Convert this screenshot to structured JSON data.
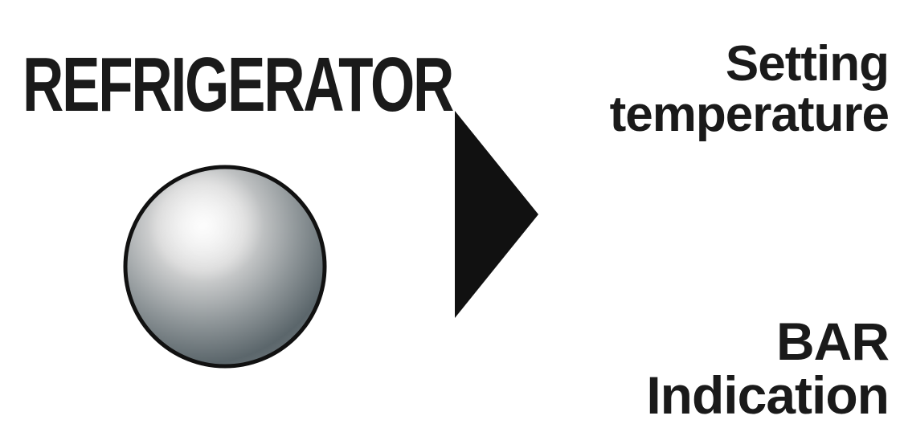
{
  "panel": {
    "title": "REFRIGERATOR",
    "button_icon": "round-button",
    "arrow_icon": "right-triangle-arrow",
    "labels": {
      "setting_line1": "Setting",
      "setting_line2": "temperature",
      "bar_line1": "BAR",
      "bar_line2": "Indication"
    }
  },
  "colors": {
    "text": "#1a1a1a",
    "knob_outline": "#111111",
    "knob_highlight": "#f4f4f4",
    "knob_shadow": "#4f5b61",
    "background": "#ffffff"
  }
}
